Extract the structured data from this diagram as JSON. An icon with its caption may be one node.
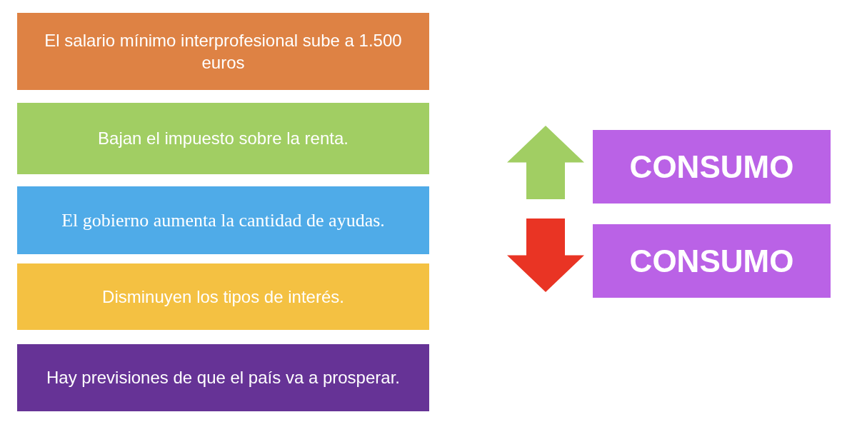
{
  "diagram": {
    "nodes": [
      {
        "text": [
          "El salario mínimo interprofesional sube a 1.500 euros"
        ]
      },
      {
        "text": [
          "Bajan el impuesto sobre la renta."
        ]
      },
      {
        "text": [
          "El gobierno aumenta la cantidad de ayudas."
        ]
      },
      {
        "text": [
          "Disminuyen los tipos de interés."
        ]
      },
      {
        "text": [
          "Hay previsiones de que el país va a prosperar."
        ]
      },
      {
        "text": [],
        "shape": "arrow"
      },
      {
        "text": [
          "CONSUMO"
        ]
      },
      {
        "text": [],
        "shape": "arrow"
      },
      {
        "text": [
          "CONSUMO"
        ]
      }
    ]
  }
}
